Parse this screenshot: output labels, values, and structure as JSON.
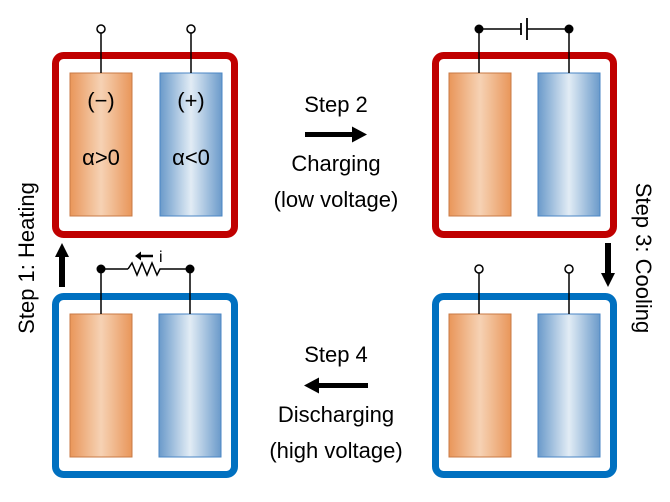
{
  "colors": {
    "hot_frame": "#C00000",
    "cold_frame": "#0070C0",
    "negative_electrode": "#E9965A",
    "positive_electrode": "#6A9ACA",
    "wire": "#000000"
  },
  "labels": {
    "negative_sign": "(−)",
    "positive_sign": "(+)",
    "negative_alpha": "α>0",
    "positive_alpha": "α<0",
    "current": "i"
  },
  "steps": {
    "step1": "Step 1: Heating",
    "step2": {
      "title": "Step 2",
      "desc1": "Charging",
      "desc2": "(low voltage)"
    },
    "step3": "Step 3: Cooling",
    "step4": {
      "title": "Step 4",
      "desc1": "Discharging",
      "desc2": "(high voltage)"
    }
  },
  "cells": [
    {
      "name": "top-left",
      "state": "hot",
      "circuit": "open"
    },
    {
      "name": "top-right",
      "state": "hot",
      "circuit": "battery"
    },
    {
      "name": "bottom-right",
      "state": "cold",
      "circuit": "open"
    },
    {
      "name": "bottom-left",
      "state": "cold",
      "circuit": "resistor"
    }
  ]
}
